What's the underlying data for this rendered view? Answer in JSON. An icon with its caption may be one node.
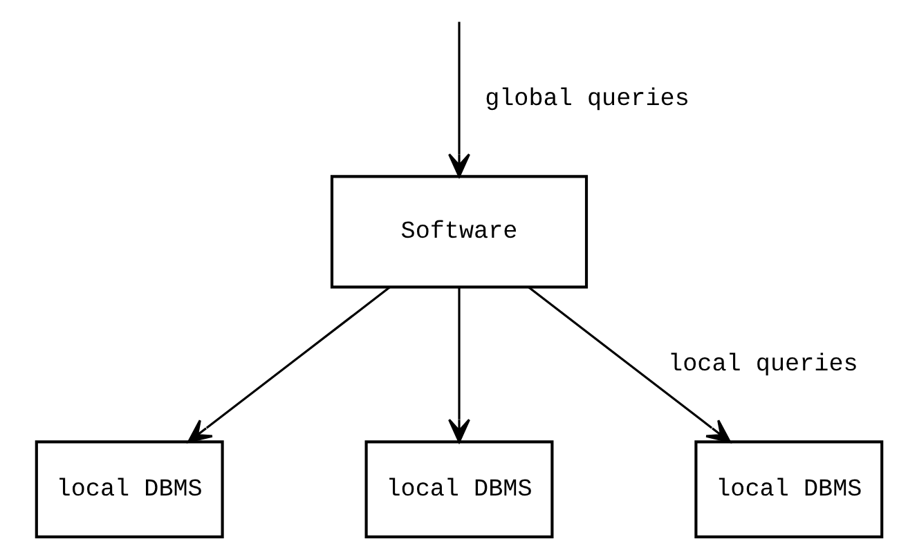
{
  "diagram": {
    "nodes": [
      {
        "text": [
          "Software"
        ]
      },
      {
        "text": [
          "local DBMS"
        ]
      },
      {
        "text": [
          "local DBMS"
        ]
      },
      {
        "text": [
          "local DBMS"
        ]
      }
    ],
    "edges": [
      {
        "from": null,
        "to": 0,
        "arrow": "to",
        "label": "global queries"
      },
      {
        "from": 0,
        "to": 1,
        "arrow": "to"
      },
      {
        "from": 0,
        "to": 2,
        "arrow": "to"
      },
      {
        "from": 0,
        "to": 3,
        "arrow": "to",
        "label": "local queries"
      }
    ]
  }
}
